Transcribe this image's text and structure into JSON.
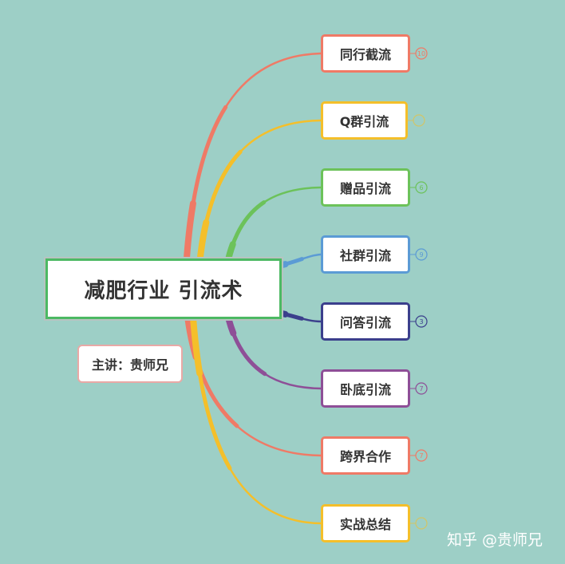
{
  "central": {
    "title": "减肥行业 引流术"
  },
  "subtitle": {
    "text": "主讲：贵师兄"
  },
  "colors": {
    "background": "#9dcfc6",
    "central_border": "#4cb963",
    "subtitle_border": "#e9a9a6"
  },
  "branches": [
    {
      "label": "同行截流",
      "count": "10",
      "color": "#ef7a66"
    },
    {
      "label": "Q群引流",
      "count": "",
      "color": "#f4bf2a"
    },
    {
      "label": "赠品引流",
      "count": "6",
      "color": "#6cc25a"
    },
    {
      "label": "社群引流",
      "count": "9",
      "color": "#5b9bd5"
    },
    {
      "label": "问答引流",
      "count": "3",
      "color": "#3b3f8c"
    },
    {
      "label": "卧底引流",
      "count": "7",
      "color": "#8e4f97"
    },
    {
      "label": "跨界合作",
      "count": "7",
      "color": "#ef7a66"
    },
    {
      "label": "实战总结",
      "count": "",
      "color": "#f4bf2a"
    }
  ],
  "watermark": "知乎 @贵师兄"
}
